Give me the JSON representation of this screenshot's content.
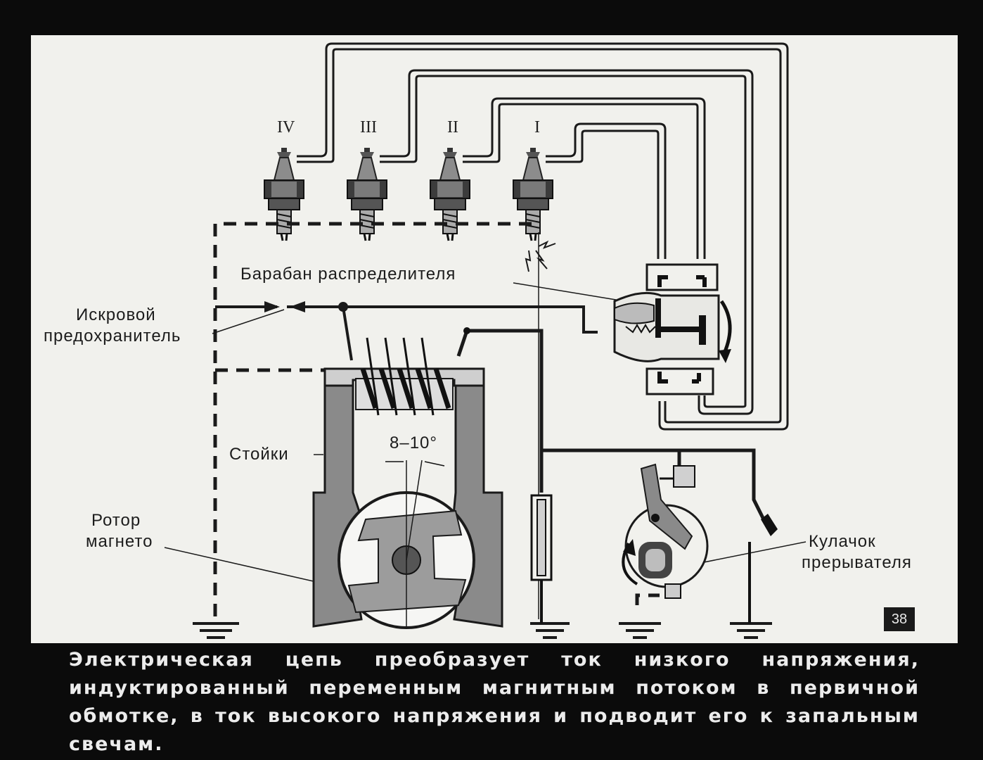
{
  "plugs": [
    "IV",
    "III",
    "II",
    "I"
  ],
  "labels": {
    "distributor": "Барабан распределителя",
    "spark_fuse_1": "Искровой",
    "spark_fuse_2": "предохранитель",
    "posts": "Стойки",
    "angle": "8–10°",
    "rotor_1": "Ротор",
    "rotor_2": "магнето",
    "cam_1": "Кулачок",
    "cam_2": "прерывателя"
  },
  "page_number": "38",
  "caption": "Электрическая цепь преобразует ток низкого напряжения, индуктированный переменным магнитным потоком в первичной обмотке, в ток высокого напряжения и подводит его к запальным свечам.",
  "colors": {
    "background": "#f1f1ed",
    "ink": "#1a1a1a",
    "core": "#777777"
  }
}
